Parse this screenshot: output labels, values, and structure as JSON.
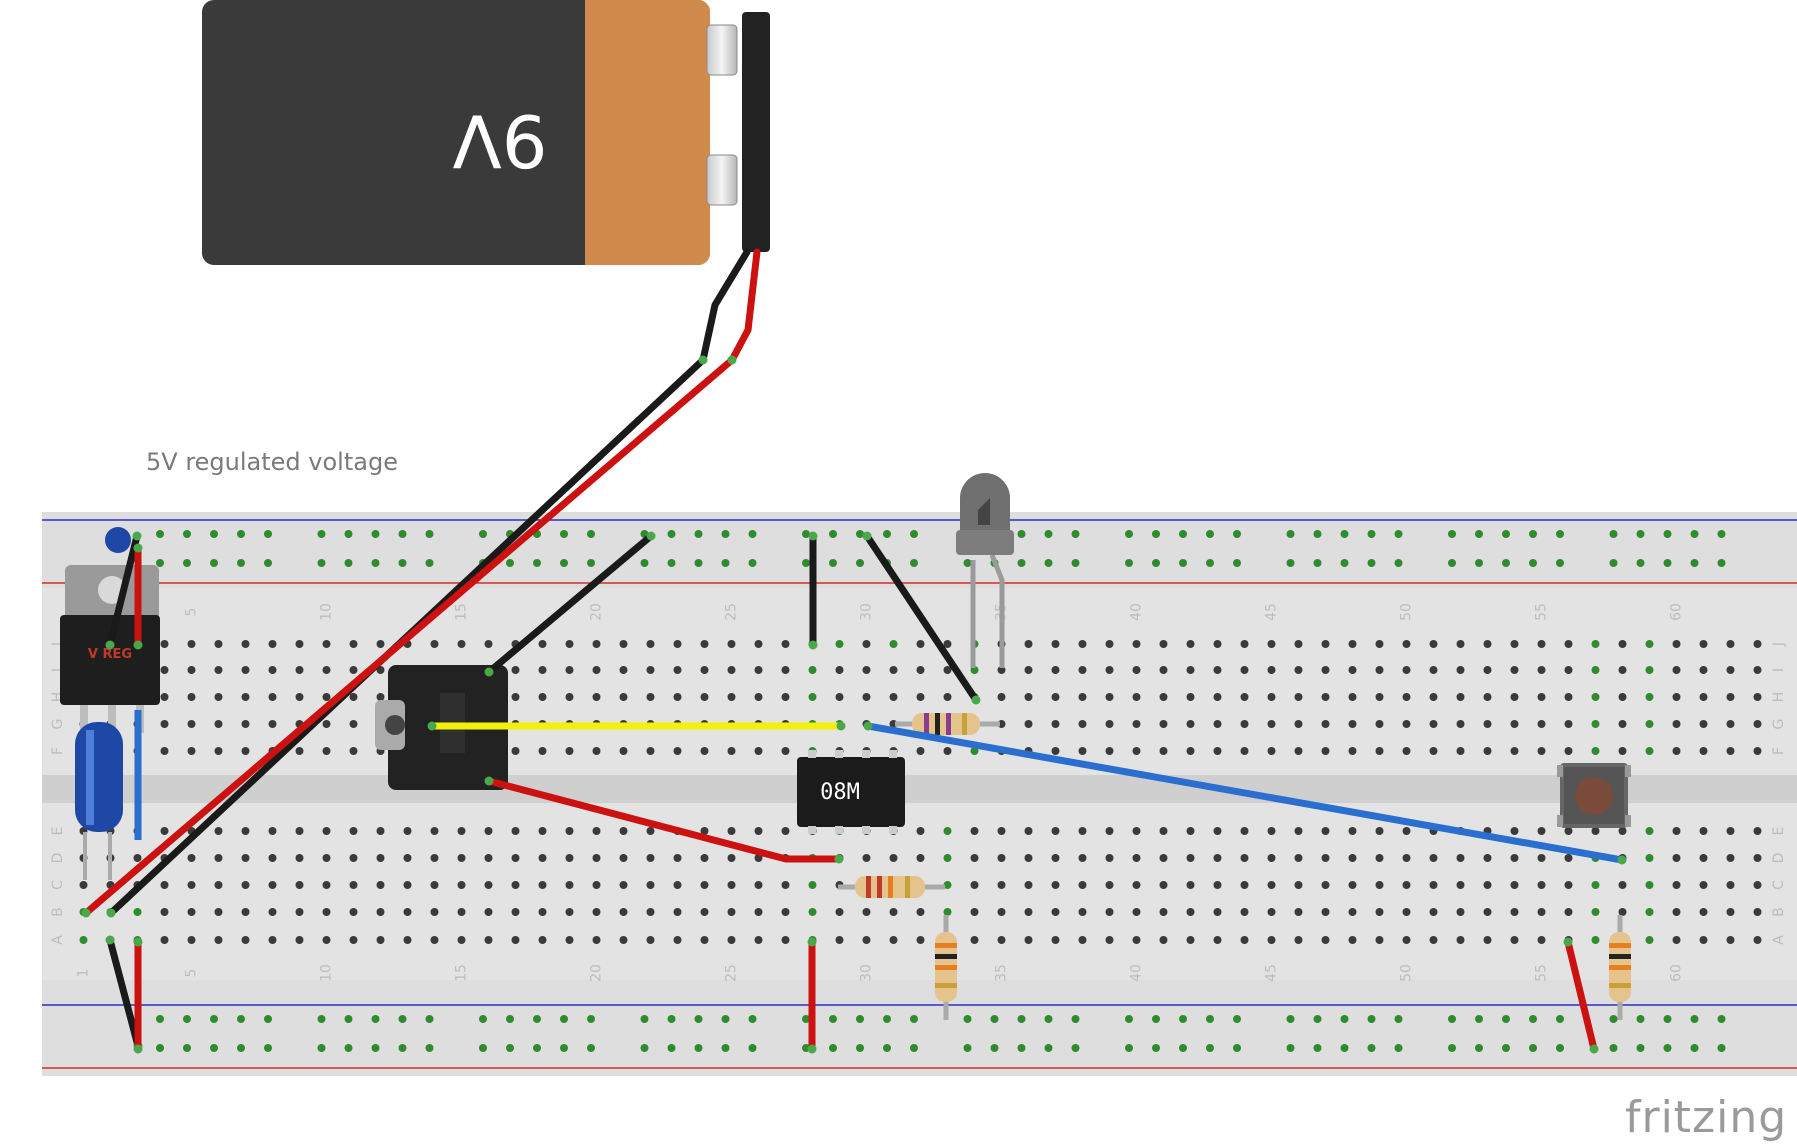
{
  "annotation": "5V regulated voltage",
  "battery_label": "9V",
  "chip_label": "08M",
  "regulator_label": "V REG",
  "brand": "fritzing",
  "row_labels": [
    "J",
    "I",
    "H",
    "G",
    "F",
    "E",
    "D",
    "C",
    "B",
    "A"
  ],
  "column_labels": [
    "1",
    "5",
    "10",
    "15",
    "20",
    "25",
    "30",
    "35",
    "40",
    "45",
    "50",
    "55",
    "60"
  ],
  "wire_colors": {
    "black": "#1a1a1a",
    "red": "#cc1111",
    "yellow": "#f1f10c",
    "blue": "#2a6fd0"
  },
  "rail_colors": {
    "blue": "#2d2dbf",
    "red": "#d42b2b"
  }
}
